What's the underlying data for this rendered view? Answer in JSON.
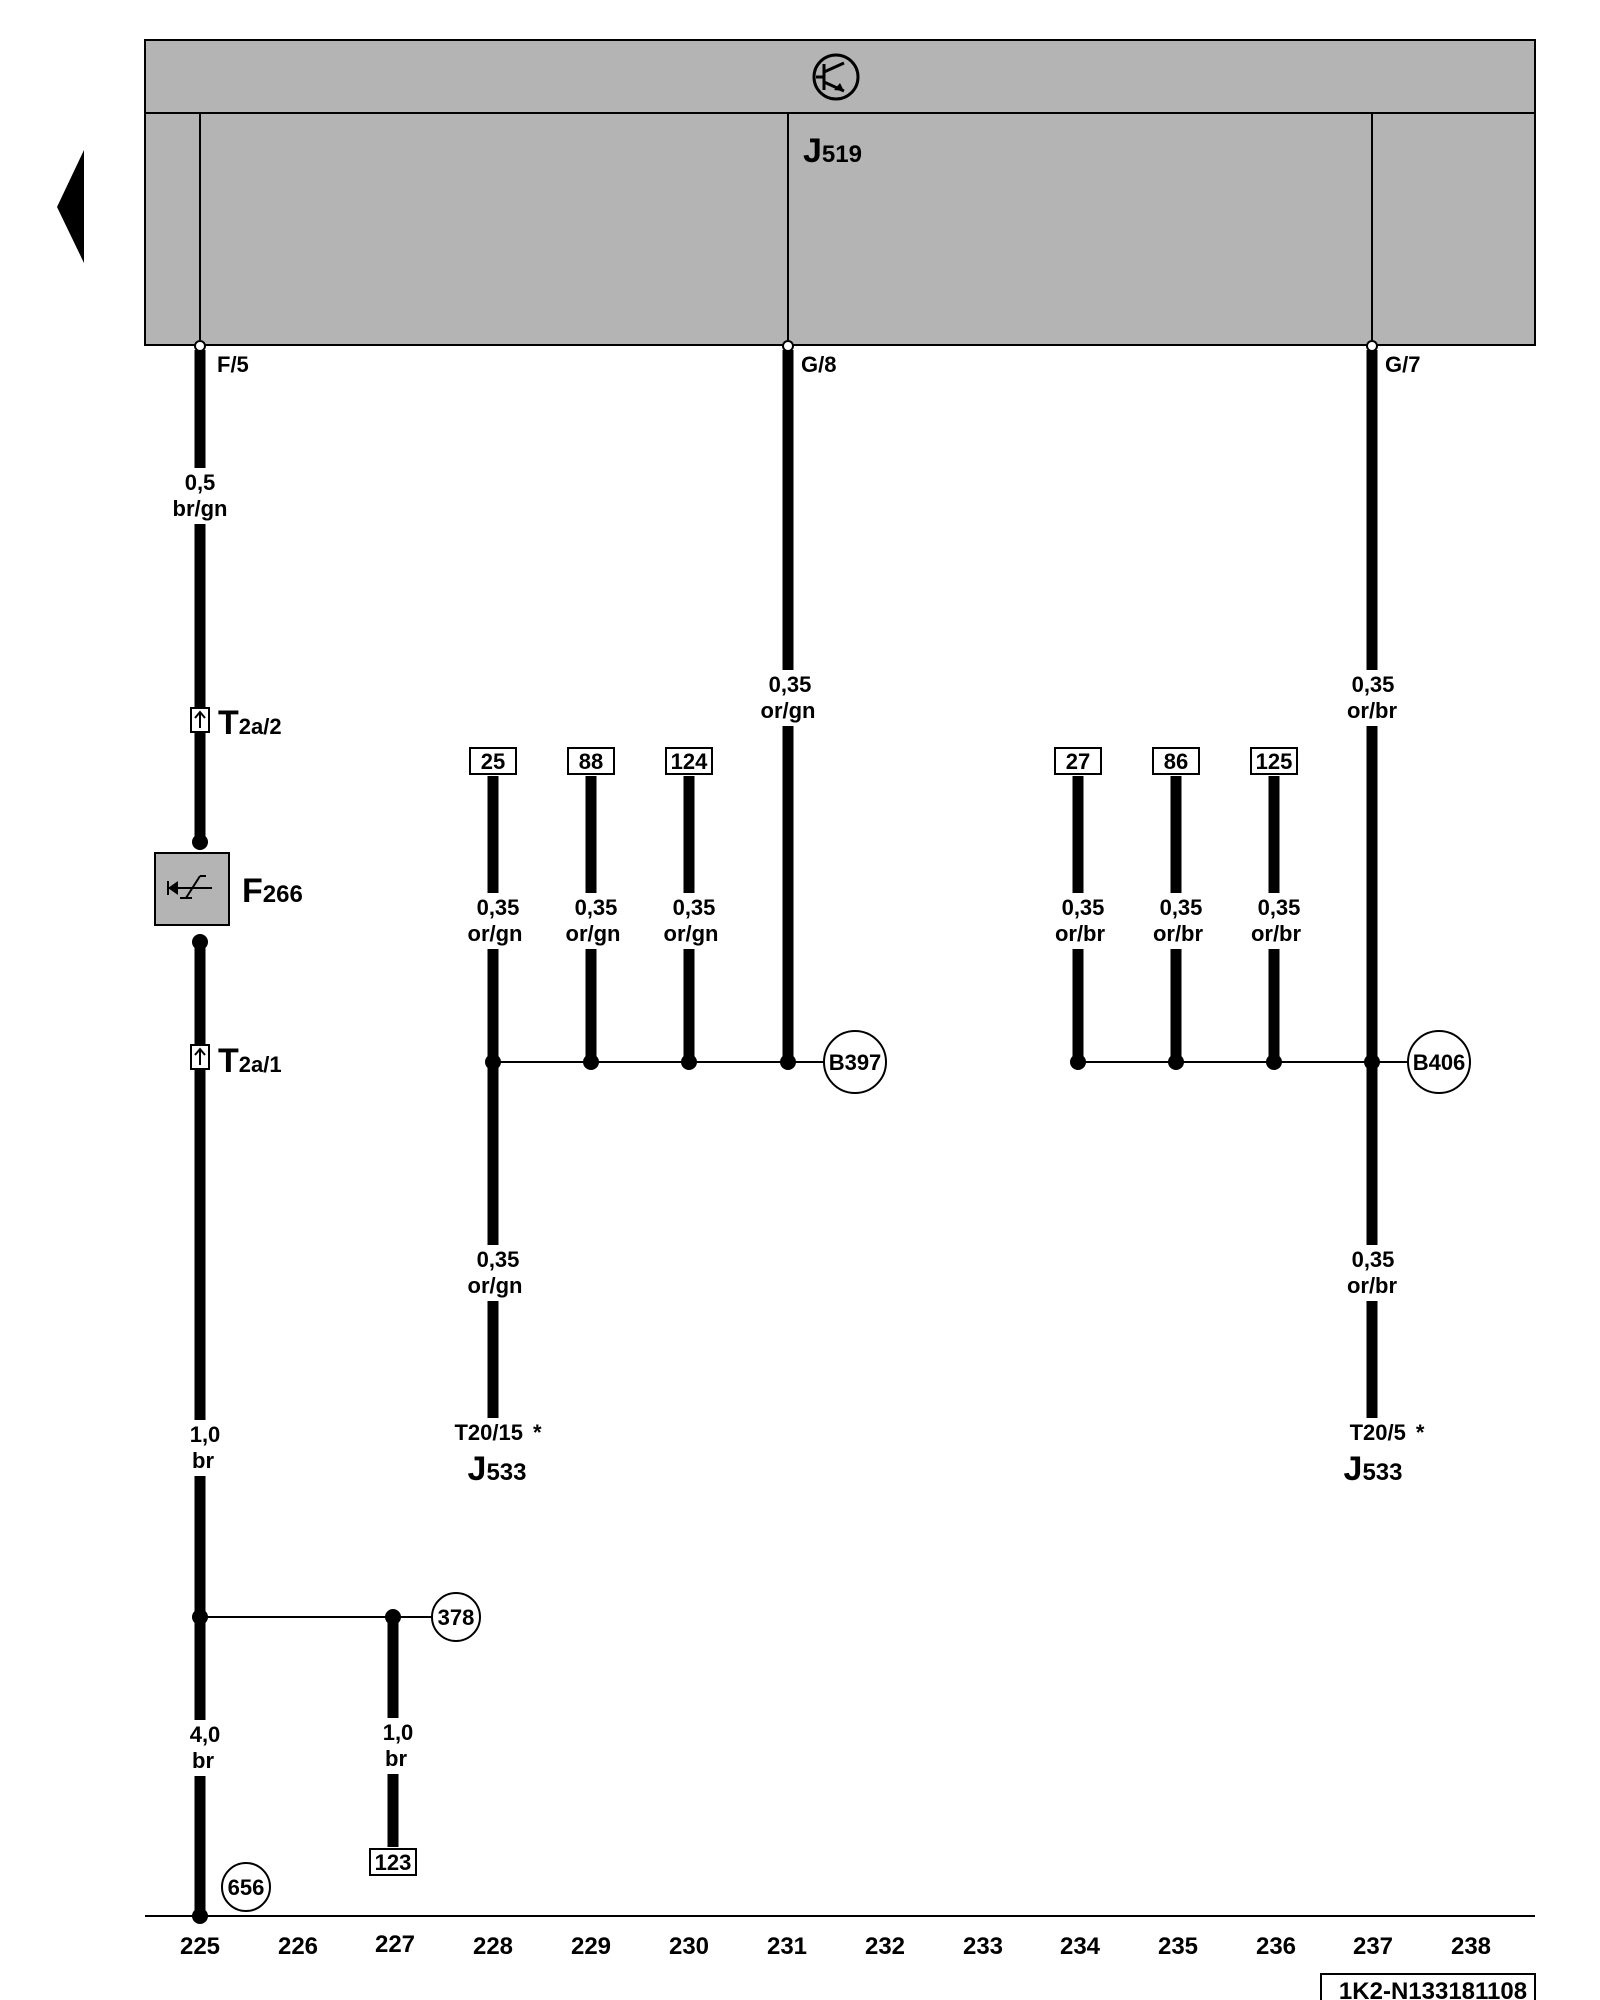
{
  "control_unit": {
    "name_main": "J",
    "name_sub": "519",
    "pins": [
      "F/5",
      "G/8",
      "G/7"
    ]
  },
  "wires": [
    {
      "gauge": "0,5",
      "color": "br/gn"
    },
    {
      "gauge": "0,35",
      "color": "or/gn"
    },
    {
      "gauge": "0,35",
      "color": "or/br"
    },
    {
      "gauge": "0,35",
      "color": "or/gn"
    },
    {
      "gauge": "0,35",
      "color": "or/gn"
    },
    {
      "gauge": "0,35",
      "color": "or/gn"
    },
    {
      "gauge": "0,35",
      "color": "or/br"
    },
    {
      "gauge": "0,35",
      "color": "or/br"
    },
    {
      "gauge": "0,35",
      "color": "or/br"
    },
    {
      "gauge": "0,35",
      "color": "or/gn"
    },
    {
      "gauge": "0,35",
      "color": "or/br"
    },
    {
      "gauge": "1,0",
      "color": "br"
    },
    {
      "gauge": "4,0",
      "color": "br"
    },
    {
      "gauge": "1,0",
      "color": "br"
    }
  ],
  "connectors": [
    {
      "main": "T",
      "sub": "2a/2"
    },
    {
      "main": "T",
      "sub": "2a/1"
    }
  ],
  "switch": {
    "main": "F",
    "sub": "266"
  },
  "refs": [
    "25",
    "88",
    "124",
    "27",
    "86",
    "125",
    "123"
  ],
  "ground_points": [
    "B397",
    "B406",
    "378",
    "656"
  ],
  "terminals": [
    {
      "pin": "T20/15",
      "star": "*",
      "main": "J",
      "sub": "533"
    },
    {
      "pin": "T20/5",
      "star": "*",
      "main": "J",
      "sub": "533"
    }
  ],
  "track_numbers": [
    "225",
    "226",
    "227",
    "228",
    "229",
    "230",
    "231",
    "232",
    "233",
    "234",
    "235",
    "236",
    "237",
    "238"
  ],
  "diagram_code": "1K2-N133181108",
  "icons": {
    "back": "left-arrow-icon",
    "unit": "transistor-icon",
    "switch": "switch-icon",
    "connector": "connector-icon"
  }
}
